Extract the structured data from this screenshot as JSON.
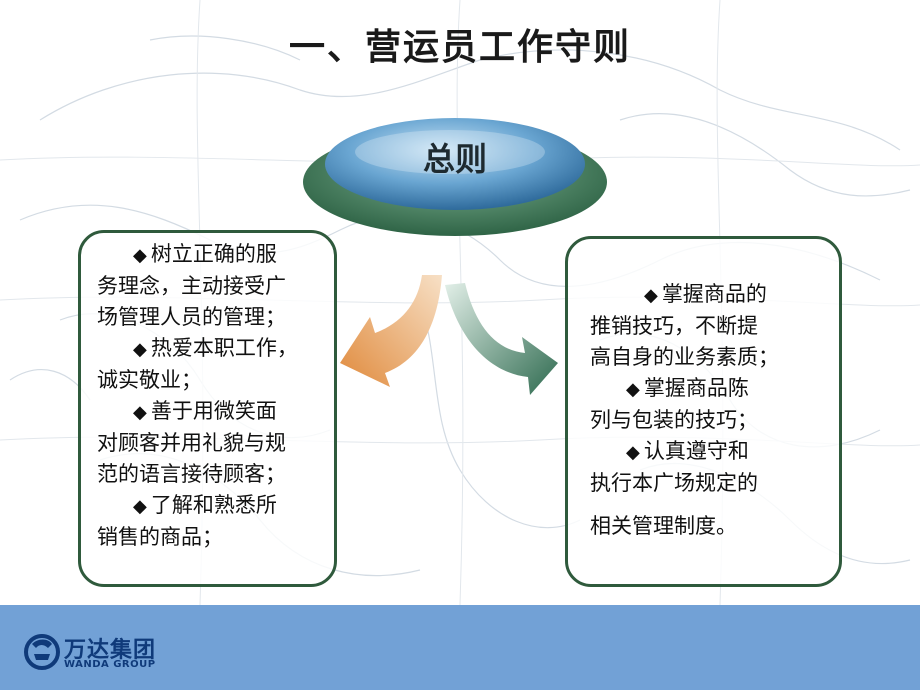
{
  "title": "一、营运员工作守则",
  "center_label": "总则",
  "left_lines": [
    "树立正确的服",
    "务理念，主动接受广",
    "场管理人员的管理；",
    "热爱本职工作，",
    "诚实敬业；",
    "善于用微笑面",
    "对顾客并用礼貌与规",
    "范的语言接待顾客；",
    "了解和熟悉所",
    "销售的商品；"
  ],
  "right_lines": [
    "掌握商品的",
    "推销技巧，不断提",
    "高自身的业务素质；",
    "掌握商品陈",
    "列与包装的技巧；",
    "认真遵守和",
    "执行本广场规定的",
    "相关管理制度。"
  ],
  "bullet_glyph": "◆",
  "logo": {
    "cn": "万达集团",
    "en": "WANDA GROUP"
  },
  "colors": {
    "footer": "#72a1d6",
    "box_border": "#2f5a3c",
    "orange_arrow": "#e08a3c",
    "green_arrow": "#3d7a5e",
    "disc_blue": "#4f8fc0",
    "disc_green": "#3f7a57",
    "logo": "#0f3a7a"
  }
}
